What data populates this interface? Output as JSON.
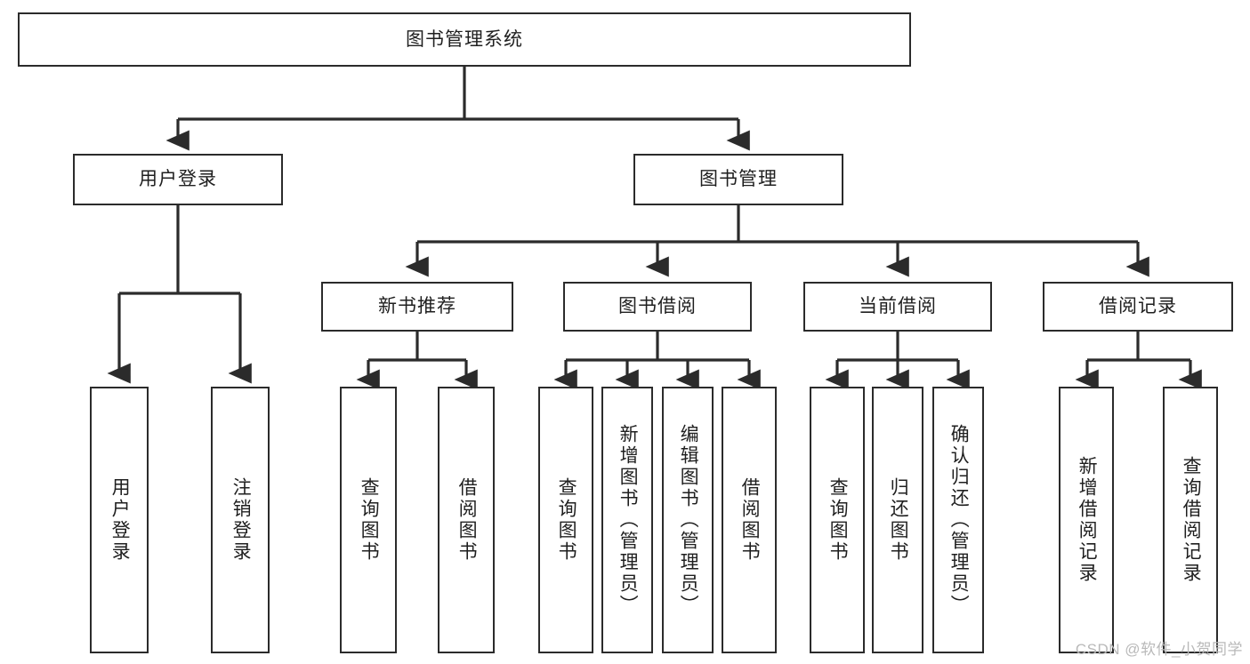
{
  "diagram": {
    "type": "tree",
    "title": "图书管理系统",
    "root": {
      "id": "root",
      "label": "图书管理系统"
    },
    "level1": [
      {
        "id": "user-login",
        "label": "用户登录"
      },
      {
        "id": "book-manage",
        "label": "图书管理"
      }
    ],
    "level2": [
      {
        "id": "new-book-rec",
        "label": "新书推荐",
        "parent": "book-manage"
      },
      {
        "id": "book-borrow",
        "label": "图书借阅",
        "parent": "book-manage"
      },
      {
        "id": "current-borrow",
        "label": "当前借阅",
        "parent": "book-manage"
      },
      {
        "id": "borrow-record",
        "label": "借阅记录",
        "parent": "book-manage"
      }
    ],
    "leaves": [
      {
        "id": "leaf-user-login",
        "label": "用户登录",
        "parent": "user-login"
      },
      {
        "id": "leaf-logout",
        "label": "注销登录",
        "parent": "user-login"
      },
      {
        "id": "leaf-query-book-1",
        "label": "查询图书",
        "parent": "new-book-rec"
      },
      {
        "id": "leaf-borrow-book-1",
        "label": "借阅图书",
        "parent": "new-book-rec"
      },
      {
        "id": "leaf-query-book-2",
        "label": "查询图书",
        "parent": "book-borrow"
      },
      {
        "id": "leaf-add-book",
        "label": "新增图书（管理员）",
        "parent": "book-borrow"
      },
      {
        "id": "leaf-edit-book",
        "label": "编辑图书（管理员）",
        "parent": "book-borrow"
      },
      {
        "id": "leaf-borrow-book-2",
        "label": "借阅图书",
        "parent": "book-borrow"
      },
      {
        "id": "leaf-query-book-3",
        "label": "查询图书",
        "parent": "current-borrow"
      },
      {
        "id": "leaf-return-book",
        "label": "归还图书",
        "parent": "current-borrow"
      },
      {
        "id": "leaf-confirm-return",
        "label": "确认归还（管理员）",
        "parent": "current-borrow"
      },
      {
        "id": "leaf-add-record",
        "label": "新增借阅记录",
        "parent": "borrow-record"
      },
      {
        "id": "leaf-query-record",
        "label": "查询借阅记录",
        "parent": "borrow-record"
      }
    ],
    "colors": {
      "box_border": "#2b2b2b",
      "box_fill": "#ffffff",
      "text": "#1f1f1f",
      "edge": "#2b2b2b",
      "background": "#ffffff",
      "watermark": "#b9b9b9"
    }
  },
  "watermark": {
    "text": "CSDN @软件_小贺同学"
  }
}
